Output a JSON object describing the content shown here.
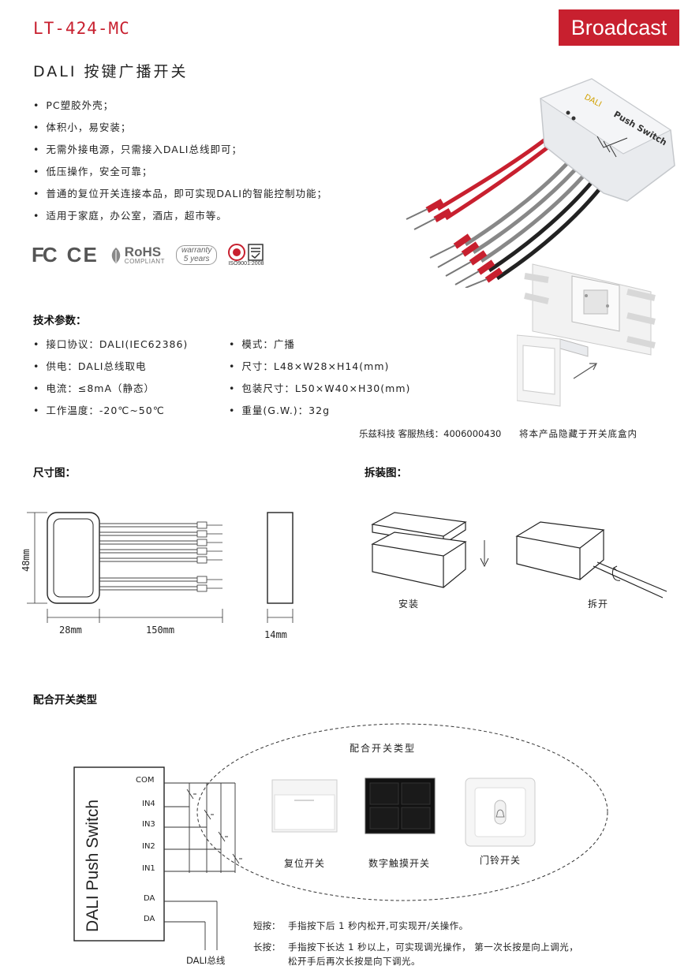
{
  "header": {
    "model": "LT-424-MC",
    "badge": "Broadcast",
    "subtitle": "DALI 按键广播开关"
  },
  "features": [
    "PC塑胶外壳；",
    "体积小，易安装；",
    "无需外接电源，只需接入DALI总线即可；",
    "低压操作，安全可靠；",
    "普通的复位开关连接本品，即可实现DALI的智能控制功能；",
    "适用于家庭，办公室，酒店，超市等。"
  ],
  "certs": {
    "fc": "FC",
    "ce": "CE",
    "rohs": "RoHS",
    "rohs_sub": "COMPLIANT",
    "warranty": "warranty",
    "warranty_years": "5 years",
    "iso": "ISO9001:2008"
  },
  "product": {
    "brand": "DALI",
    "name": "Push Switch"
  },
  "specs": {
    "title": "技术参数：",
    "left": [
      "接口协议：DALI(IEC62386)",
      "供电：DALI总线取电",
      "电流：≤8mA（静态）",
      "工作温度：-20℃~50℃"
    ],
    "right": [
      "模式：广播",
      "尺寸：L48×W28×H14(mm)",
      "包装尺寸：L50×W40×H30(mm)",
      "重量(G.W.)：32g"
    ]
  },
  "hotline": "乐兹科技 客服热线：4006000430",
  "hide_note": "将本产品隐藏于开关底盒内",
  "dimension": {
    "title": "尺寸图：",
    "height": "48mm",
    "width": "28mm",
    "cable": "150mm",
    "depth": "14mm"
  },
  "install": {
    "title": "拆装图：",
    "install_label": "安装",
    "remove_label": "拆开"
  },
  "switches": {
    "title": "配合开关类型",
    "ellipse_title": "配合开关类型",
    "device_label": "DALI Push Switch",
    "terminals": [
      "COM",
      "IN4",
      "IN3",
      "IN2",
      "IN1",
      "DA",
      "DA"
    ],
    "bus_label": "DALI总线",
    "types": [
      "复位开关",
      "数字触摸开关",
      "门铃开关"
    ],
    "short_press_label": "短按：",
    "short_press": "手指按下后 1 秒内松开,可实现开/关操作。",
    "long_press_label": "长按：",
    "long_press_1": "手指按下长达 1 秒以上，可实现调光操作， 第一次长按是向上调光，",
    "long_press_2": "松开手后再次长按是向下调光。"
  }
}
